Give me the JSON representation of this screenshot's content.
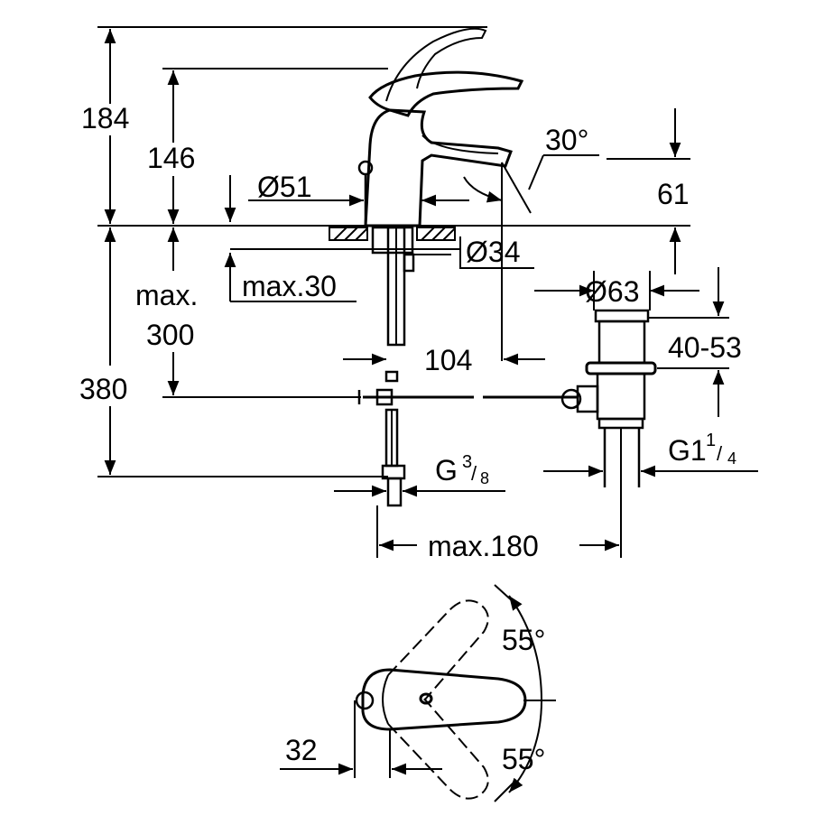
{
  "dimensions": {
    "overall_height": "184",
    "spout_height": "146",
    "hole_diameter": "Ø51",
    "thread_diameter": "Ø34",
    "lever_angle": "30°",
    "spout_clearance": "61",
    "max_label": "max.",
    "hose_length": "300",
    "worktop_thickness": "max.30",
    "spout_reach": "104",
    "waste_diameter": "Ø63",
    "waste_height": "40-53",
    "below_worktop": "380",
    "supply_connection_base": "G",
    "supply_connection_num": "3",
    "supply_connection_den": "8",
    "waste_connection_base": "G1",
    "waste_connection_num": "1",
    "waste_connection_den": "4",
    "max_spread": "max.180",
    "rotation_top": "55°",
    "rotation_bottom": "55°",
    "lever_offset": "32"
  }
}
